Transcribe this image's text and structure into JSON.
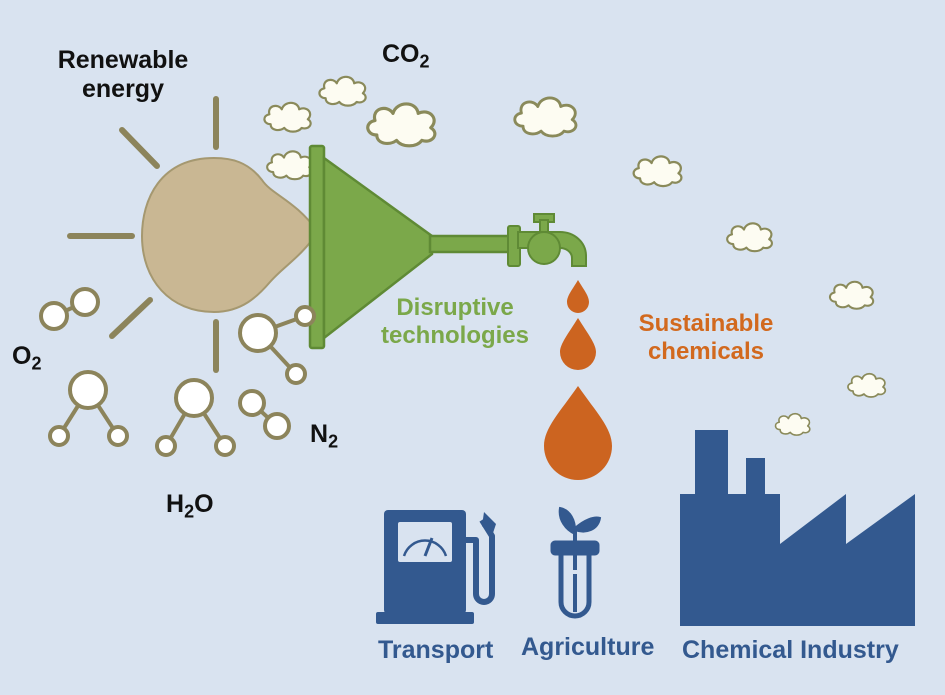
{
  "labels": {
    "renewable_energy_line1": "Renewable",
    "renewable_energy_line2": "energy",
    "co2_main": "CO",
    "co2_sub": "2",
    "o2_main": "O",
    "o2_sub": "2",
    "n2_main": "N",
    "n2_sub": "2",
    "h2o_h": "H",
    "h2o_sub": "2",
    "h2o_o": "O",
    "disruptive_line1": "Disruptive",
    "disruptive_line2": "technologies",
    "sustainable_line1": "Sustainable",
    "sustainable_line2": "chemicals",
    "transport": "Transport",
    "agriculture": "Agriculture",
    "chemical_industry": "Chemical Industry"
  },
  "colors": {
    "background": "#d9e3f0",
    "sun": "#c9b793",
    "sun_rays": "#8c845b",
    "funnel": "#7ba84a",
    "funnel_outline": "#5f8a35",
    "droplet": "#cc6420",
    "icon_blue": "#33598f",
    "cloud_fill": "#fdfcf2",
    "cloud_outline": "#8a8a5a",
    "molecule_stroke": "#8c845b"
  },
  "icons": [
    "sun-icon",
    "funnel-icon",
    "tap-icon",
    "fuel-pump-icon",
    "plant-test-tube-icon",
    "factory-icon",
    "cloud-icon",
    "molecule-icon",
    "droplet-icon"
  ]
}
